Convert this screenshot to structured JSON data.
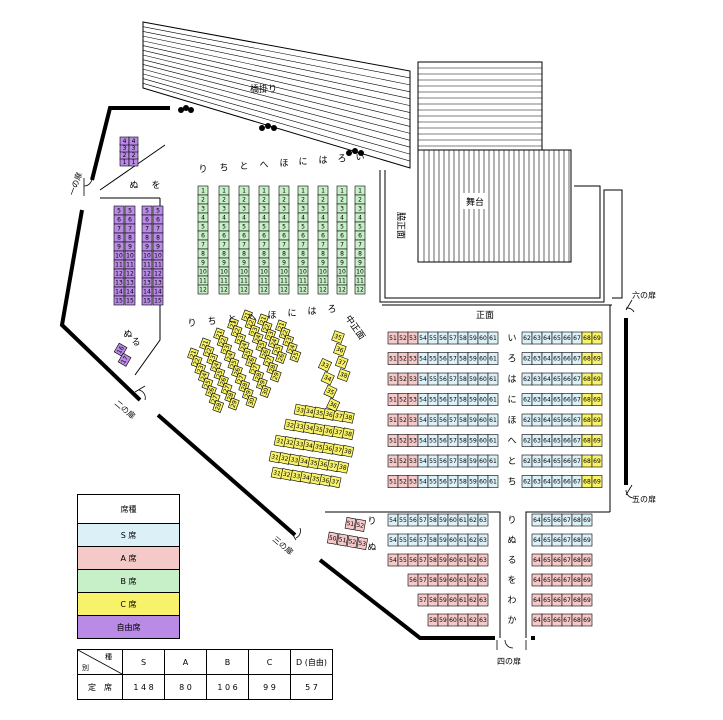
{
  "labels": {
    "hashigakari": "橋掛り",
    "stage": "舞台",
    "waki_front": "脇正面",
    "front": "正面",
    "center_front": "中正面"
  },
  "doors": {
    "door1": "一の扉",
    "door2": "二の扉",
    "door3": "三の扉",
    "door4": "四の扉",
    "door5": "五の扉",
    "door6": "六の扉"
  },
  "seat_colors": {
    "S": "#dcf0f8",
    "A": "#f6c9c9",
    "B": "#c8f0c8",
    "C": "#f8f26a",
    "free": "#b98ae6"
  },
  "row_labels": {
    "waki_columns": [
      "い",
      "ろ",
      "は",
      "に",
      "ほ",
      "へ",
      "と",
      "ち",
      "り"
    ],
    "free_columns": [
      "ぬ",
      "を"
    ],
    "front_rows": [
      "い",
      "ろ",
      "は",
      "に",
      "ほ",
      "へ",
      "と",
      "ち"
    ],
    "rear_rows": [
      "り",
      "ぬ",
      "る",
      "を",
      "わ",
      "か"
    ],
    "center_labels": [
      "ろ",
      "は",
      "に",
      "ほ",
      "へ",
      "と",
      "ち",
      "り"
    ],
    "center_free": [
      "ぬ",
      "る"
    ],
    "rear_left": [
      "り",
      "ぬ"
    ]
  },
  "legend": {
    "header": "席種",
    "items": [
      {
        "label": "S 席",
        "color": "#dcf0f8"
      },
      {
        "label": "A 席",
        "color": "#f6c9c9"
      },
      {
        "label": "B 席",
        "color": "#c8f0c8"
      },
      {
        "label": "C 席",
        "color": "#f8f26a"
      },
      {
        "label": "自由席",
        "color": "#b98ae6"
      }
    ]
  },
  "capacity": {
    "header_top": "種",
    "header_bottom": "別",
    "row_label": "定　席",
    "classes": [
      "S",
      "A",
      "B",
      "C",
      "D (自由)"
    ],
    "counts": [
      "1 4 8",
      "8 0",
      "1 0 6",
      "9 9",
      "5 7"
    ]
  }
}
